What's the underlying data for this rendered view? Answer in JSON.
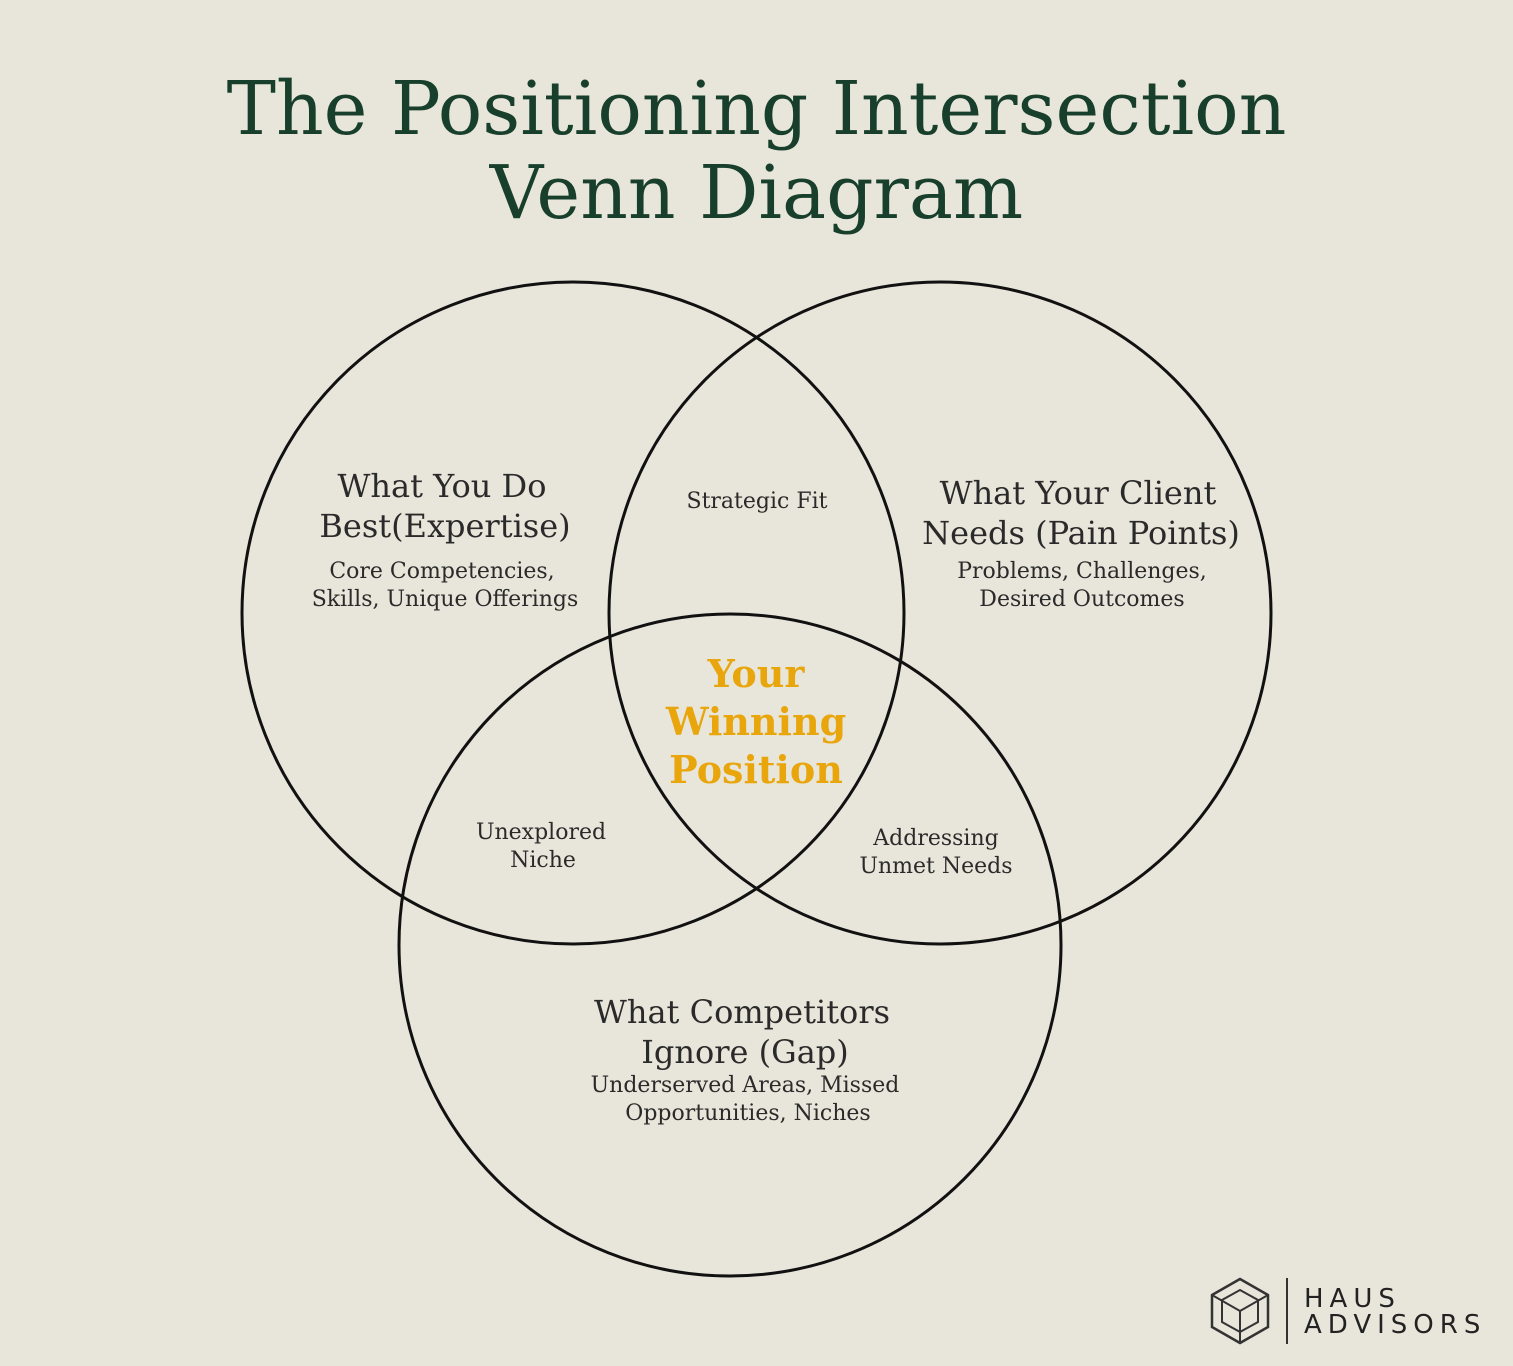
{
  "title": {
    "line1": "The Positioning Intersection",
    "line2": "Venn Diagram"
  },
  "circles": {
    "expertise": {
      "heading_line1": "What You Do",
      "heading_line2": "Best(Expertise)",
      "detail_line1": "Core Competencies,",
      "detail_line2": "Skills, Unique Offerings"
    },
    "client": {
      "heading_line1": "What Your Client",
      "heading_line2": "Needs (Pain Points)",
      "detail_line1": "Problems, Challenges,",
      "detail_line2": "Desired Outcomes"
    },
    "competitors": {
      "heading_line1": "What Competitors",
      "heading_line2": "Ignore (Gap)",
      "detail_line1": "Underserved Areas, Missed",
      "detail_line2": "Opportunities, Niches"
    }
  },
  "intersections": {
    "expertise_client": "Strategic Fit",
    "expertise_competitors_line1": "Unexplored",
    "expertise_competitors_line2": "Niche",
    "client_competitors_line1": "Addressing",
    "client_competitors_line2": "Unmet Needs",
    "center_line1": "Your",
    "center_line2": "Winning",
    "center_line3": "Position"
  },
  "colors": {
    "background": "#e8e6da",
    "title": "#173f2b",
    "center_text": "#e8a60c",
    "circle_stroke": "#111111"
  },
  "logo": {
    "line1": "HAUS",
    "line2": "ADVISORS",
    "icon": "hexagon-house-icon"
  }
}
